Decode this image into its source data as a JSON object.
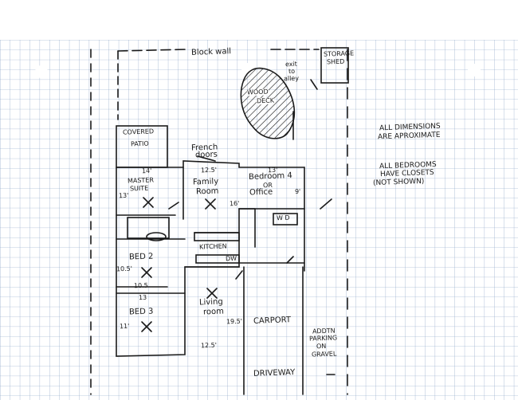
{
  "labels": {
    "block_wall": "Block wall",
    "exit_to": "exit",
    "exit_to2": "to",
    "exit_alley": "alley",
    "storage1": "STORAGE",
    "storage2": "SHED",
    "wood_deck1": "WOOD",
    "wood_deck2": "DECK",
    "covered_patio1": "COVERED",
    "covered_patio2": "PATIO",
    "french_doors1": "French",
    "french_doors2": "doors",
    "master_suite1": "MASTER",
    "master_suite2": "SUITE",
    "family_room1": "Family",
    "family_room2": "Room",
    "bedroom4_1": "Bedroom 4",
    "bedroom4_2": "OR",
    "bedroom4_3": "Office",
    "wd": "W D",
    "kitchen": "KITCHEN",
    "dw": "DW",
    "bed2": "BED 2",
    "bed3": "BED 3",
    "living1": "Living",
    "living2": "room",
    "carport": "CARPORT",
    "driveway": "DRIVEWAY",
    "addtn1": "ADDTN",
    "addtn2": "PARKING",
    "addtn3": "ON",
    "addtn4": "GRAVEL",
    "note_dims1": "ALL DIMENSIONS",
    "note_dims2": "ARE APROXIMATE",
    "note_bed1": "ALL BEDROOMS",
    "note_bed2": "HAVE CLOSETS",
    "note_bed3": "(NOT SHOWN)"
  },
  "dimensions": {
    "master_w": "14'",
    "master_h": "13'",
    "family_w": "12.5'",
    "family_h": "16'",
    "bed4_w": "13'",
    "bed4_h": "9'",
    "bed2_h": "10.5'",
    "bed2_w": "10.5",
    "bed3_top": "13",
    "bed3_h": "11'",
    "living_h": "19.5'",
    "living_w": "12.5'"
  },
  "colors": {
    "grid": "#7d9ac0",
    "ink": "#1a1a1a",
    "paper": "#ffffff"
  }
}
